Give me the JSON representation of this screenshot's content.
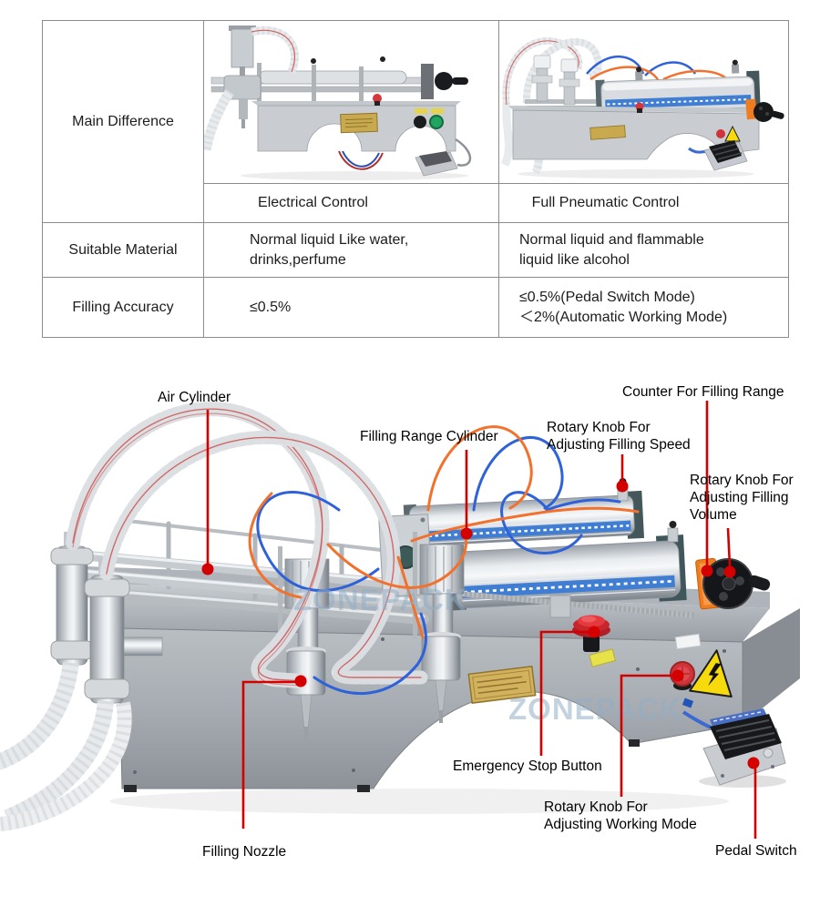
{
  "table": {
    "row_headers": {
      "main_difference": "Main Difference",
      "suitable_material": "Suitable Material",
      "filling_accuracy": "Filling Accuracy"
    },
    "electrical": {
      "name": "Electrical Control",
      "material": "Normal liquid Like water,\ndrinks,perfume",
      "accuracy": "≤0.5%"
    },
    "pneumatic": {
      "name": "Full Pneumatic Control",
      "material": "Normal liquid and flammable\nliquid like alcohol",
      "accuracy": "≤0.5%(Pedal Switch Mode)\n＜2%(Automatic Working Mode)"
    }
  },
  "diagram": {
    "watermark": "ZONEPACK",
    "labels": {
      "air_cylinder": "Air Cylinder",
      "filling_range_cylinder": "Filling Range Cylinder",
      "rotary_speed": "Rotary Knob For\nAdjusting Filling Speed",
      "counter": "Counter For Filling Range",
      "rotary_volume": "Rotary Knob For\nAdjusting Filling\nVolume",
      "emergency_stop": "Emergency Stop Button",
      "rotary_mode": "Rotary Knob For\nAdjusting Working Mode",
      "pedal_switch": "Pedal Switch",
      "filling_nozzle": "Filling Nozzle"
    }
  },
  "theme": {
    "callout_red": "#d40000",
    "watermark_blue": "#93aec6",
    "cylinder_stripe_blue": "#3f7ed2",
    "counter_orange": "#ef7c1e",
    "estop_red": "#d9363b",
    "warning_yellow": "#f7da0c",
    "tube_blue": "#2f62d8",
    "tube_orange": "#f2712c",
    "brass_plate": "#c9a94e",
    "table_border": "#8c8c8c",
    "text_color": "#1c1c1c"
  }
}
